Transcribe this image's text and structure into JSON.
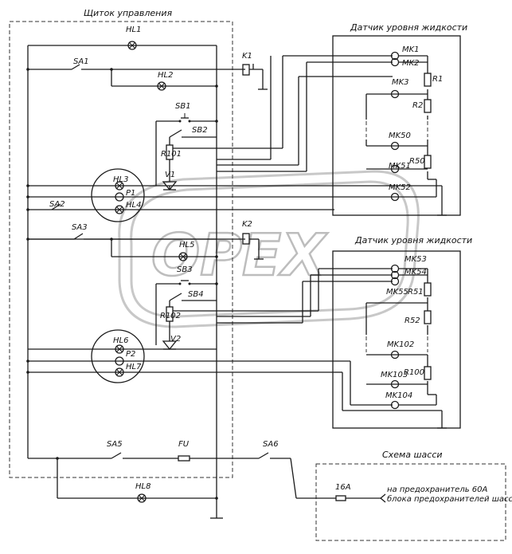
{
  "panel": {
    "title": "Щиток управления"
  },
  "sensor1": {
    "title": "Датчик уровня жидкости",
    "contacts": [
      "MK1",
      "MK2",
      "MK3",
      "MK50",
      "MK51",
      "MK52"
    ],
    "resistors": [
      "R1",
      "R2",
      "R50"
    ]
  },
  "sensor2": {
    "title": "Датчик уровня жидкости",
    "contacts": [
      "MK53",
      "MK54",
      "MK55",
      "MK102",
      "MK103",
      "MK104"
    ],
    "resistors": [
      "R51",
      "R52",
      "R100"
    ]
  },
  "chassis": {
    "title": "Схема шасси",
    "fuse": "16A",
    "note_line1": "на предохранитель 60А",
    "note_line2": "блока предохранителей шасси"
  },
  "labels": {
    "HL1": "HL1",
    "HL2": "HL2",
    "HL3": "HL3",
    "HL4": "HL4",
    "HL5": "HL5",
    "HL6": "HL6",
    "HL7": "HL7",
    "HL8": "HL8",
    "SA1": "SA1",
    "SA2": "SA2",
    "SA3": "SA3",
    "SA5": "SA5",
    "SA6": "SA6",
    "SB1": "SB1",
    "SB2": "SB2",
    "SB3": "SB3",
    "SB4": "SB4",
    "K1": "K1",
    "K2": "K2",
    "R101": "R101",
    "R102": "R102",
    "V1": "V1",
    "V2": "V2",
    "P1": "P1",
    "P2": "P2",
    "FU": "FU"
  },
  "watermark": "OPEX"
}
